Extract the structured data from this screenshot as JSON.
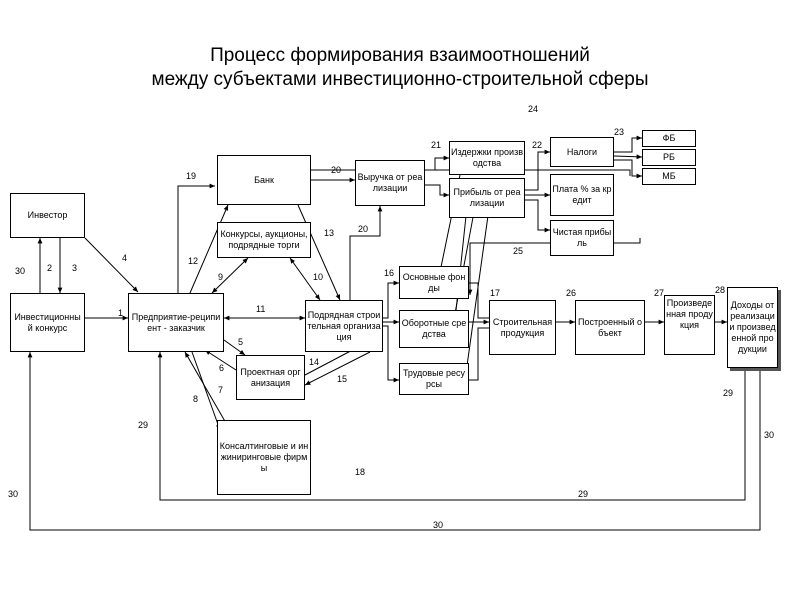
{
  "title": {
    "line1": "Процесс формирования взаимоотношений",
    "line2": "между субъектами инвестиционно-строительной сферы"
  },
  "boxes": {
    "investor": "Инвестор",
    "bank": "Банк",
    "contests": "Конкурсы, аукционы, подрядные торги",
    "invest_contest": "Инвестиционный конкурс",
    "enterprise": "Предприятие-реципиент - заказчик",
    "contractor": "Подрядная строительная организация",
    "design_org": "Проектная организация",
    "consulting": "Консалтинговые и инжиниринговые фирмы",
    "sales_revenue": "Выручка от реализации",
    "production_costs": "Издержки производства",
    "sales_profit": "Прибыль от реализации",
    "taxes": "Налоги",
    "credit_payment": "Плата % за кредит",
    "net_profit": "Чистая прибыль",
    "fb": "ФБ",
    "rb": "РБ",
    "mb": "МБ",
    "fixed_assets": "Основные фонды",
    "working_capital": "Оборотные средства",
    "labor": "Трудовые ресурсы",
    "construction_products": "Строительная продукция",
    "built_object": "Построенный объект",
    "manufactured_products": "Произведенная продукция",
    "income": "Доходы от реализации произведенной продукции"
  },
  "labels": {
    "n1": "1",
    "n2": "2",
    "n3": "3",
    "n4": "4",
    "n5": "5",
    "n6": "6",
    "n7": "7",
    "n8": "8",
    "n9": "9",
    "n10": "10",
    "n11": "11",
    "n12": "12",
    "n13": "13",
    "n14": "14",
    "n15": "15",
    "n16": "16",
    "n17": "17",
    "n18": "18",
    "n19": "19",
    "n20a": "20",
    "n20b": "20",
    "n21": "21",
    "n22": "22",
    "n23": "23",
    "n24": "24",
    "n25": "25",
    "n26": "26",
    "n27": "27",
    "n28": "28",
    "n29a": "29",
    "n29b": "29",
    "n29c": "29",
    "n30a": "30",
    "n30b": "30",
    "n30c": "30",
    "n30d": "30"
  }
}
